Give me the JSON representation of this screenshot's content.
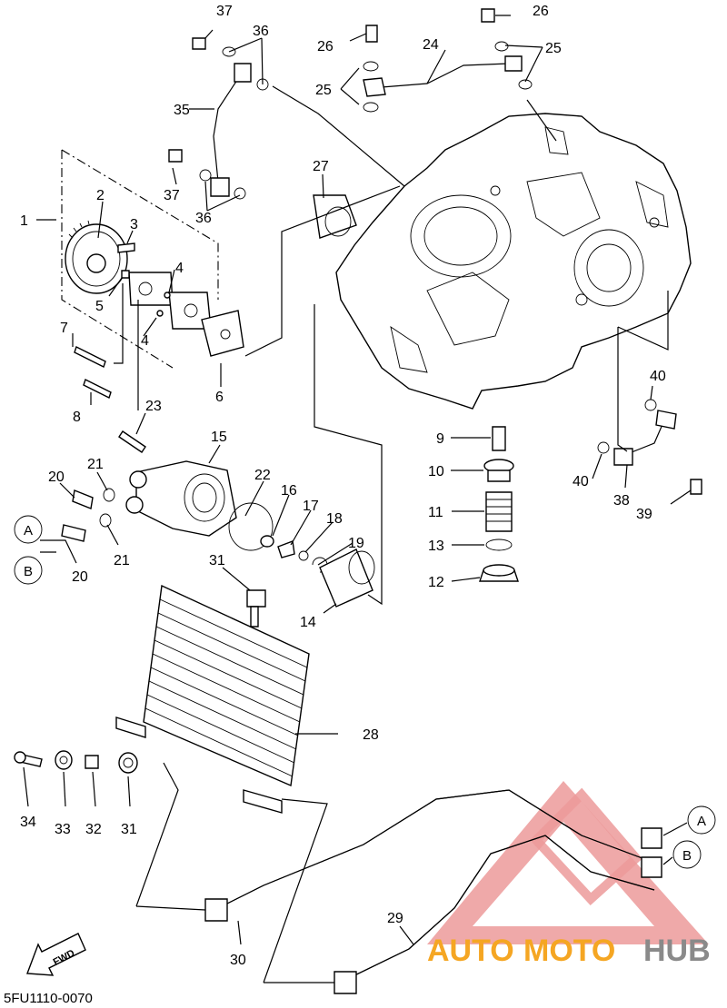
{
  "diagram_code": "5FU1110-0070",
  "fwd_label": "FWD",
  "watermark": {
    "part1": "AUTO",
    "part2": "MOTO",
    "part3": "HUB",
    "color1": "#f5a623",
    "color2": "#8a8a8a",
    "triangle_color": "#e8a0a0"
  },
  "connector_labels": {
    "a": "A",
    "b": "B"
  },
  "callouts": {
    "c1": "1",
    "c2": "2",
    "c3": "3",
    "c4a": "4",
    "c4b": "4",
    "c5": "5",
    "c6": "6",
    "c7": "7",
    "c8": "8",
    "c9": "9",
    "c10": "10",
    "c11": "11",
    "c12": "12",
    "c13": "13",
    "c14": "14",
    "c15": "15",
    "c16": "16",
    "c17": "17",
    "c18": "18",
    "c19": "19",
    "c20a": "20",
    "c20b": "20",
    "c21a": "21",
    "c21b": "21",
    "c22": "22",
    "c23": "23",
    "c24": "24",
    "c25a": "25",
    "c25b": "25",
    "c26a": "26",
    "c26b": "26",
    "c27": "27",
    "c28": "28",
    "c29": "29",
    "c30": "30",
    "c31a": "31",
    "c31b": "31",
    "c32": "32",
    "c33": "33",
    "c34": "34",
    "c35": "35",
    "c36a": "36",
    "c36b": "36",
    "c37a": "37",
    "c37b": "37",
    "c38": "38",
    "c39": "39",
    "c40a": "40",
    "c40b": "40"
  }
}
